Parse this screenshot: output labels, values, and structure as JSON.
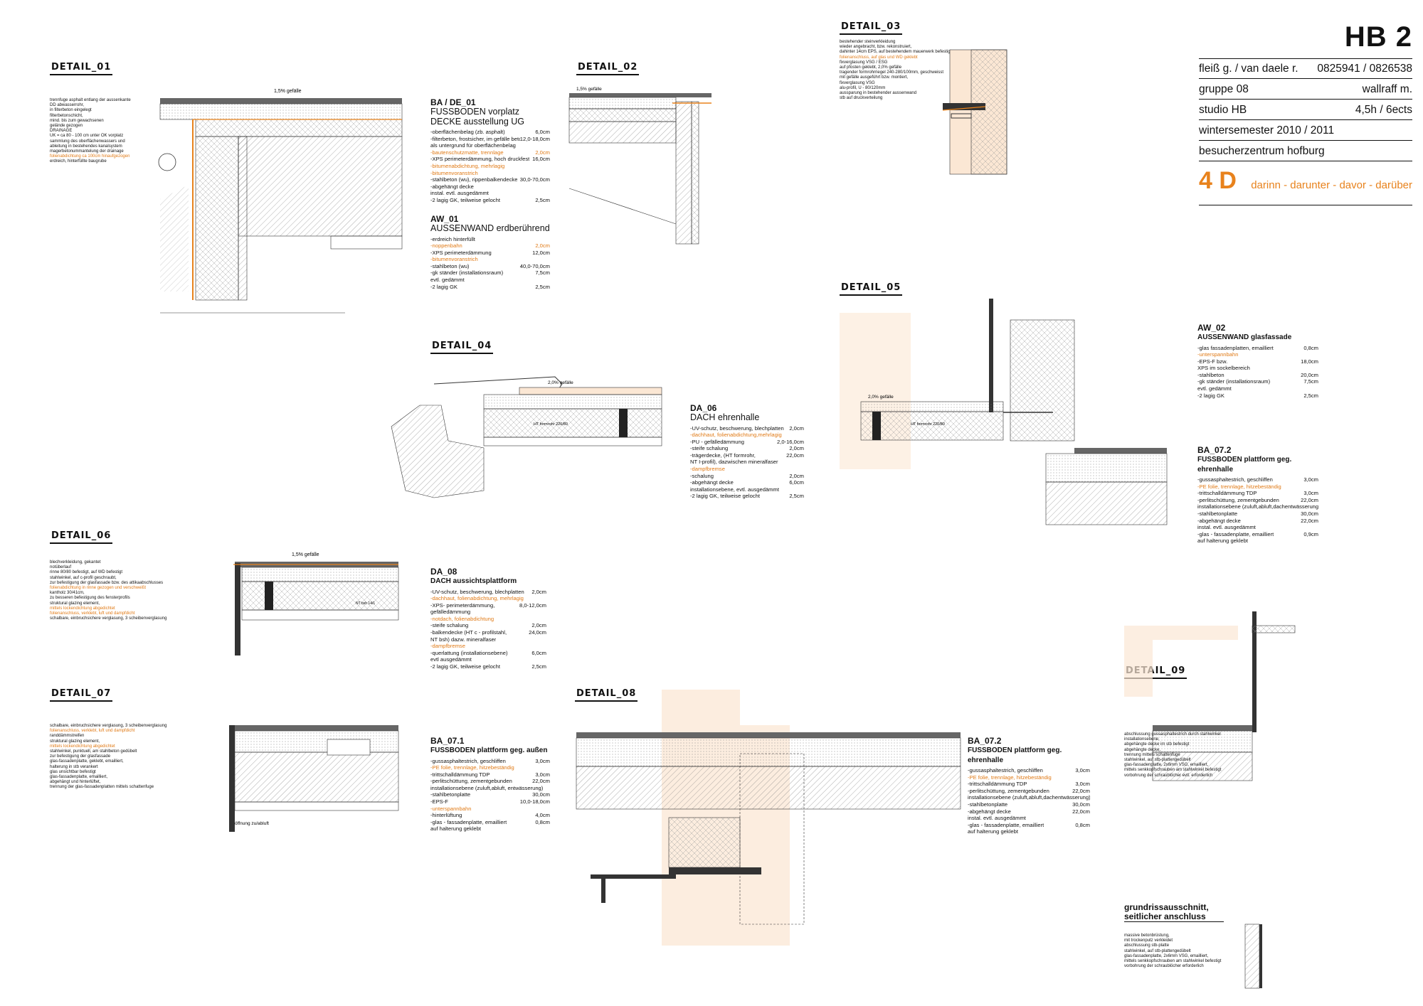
{
  "title_block": {
    "code": "HB 2",
    "rows": [
      {
        "left": "fleiß g. / van daele r.",
        "right": "0825941 / 0826538"
      },
      {
        "left": "gruppe 08",
        "right": "wallraff m."
      },
      {
        "left": "studio HB",
        "right": "4,5h / 6ects"
      },
      {
        "left": "wintersemester 2010 / 2011",
        "right": ""
      },
      {
        "left": "besucherzentrum hofburg",
        "right": ""
      }
    ],
    "big": "4 D",
    "subtitle": "darinn - darunter - davor - darüber"
  },
  "details": {
    "d01": "DETAIL_01",
    "d02": "DETAIL_02",
    "d03": "DETAIL_03",
    "d04": "DETAIL_04",
    "d05": "DETAIL_05",
    "d06": "DETAIL_06",
    "d07": "DETAIL_07",
    "d08": "DETAIL_08",
    "d09": "DETAIL_09"
  },
  "specs": {
    "ba_de_01": {
      "code": "BA / DE_01",
      "name1": "FUSSBODEN vorplatz",
      "name2": "DECKE ausstellung UG",
      "rows": [
        {
          "t": "-oberflächenbelag (zb. asphalt)",
          "v": "6,0cm",
          "o": false
        },
        {
          "t": "-filterbeton, frostsicher, im gefälle betoniert",
          "v": "12,0-18,0cm",
          "o": false
        },
        {
          "t": "  als untergrund für oberflächenbelag",
          "v": "",
          "o": false
        },
        {
          "t": "-bautenschutzmatte, trennlage",
          "v": "2,0cm",
          "o": true
        },
        {
          "t": "-XPS perimeterdämmung, hoch druckfest",
          "v": "16,0cm",
          "o": false
        },
        {
          "t": "-bitumenabdichtung, mehrlagig",
          "v": "",
          "o": true
        },
        {
          "t": "-bitumenvoranstrich",
          "v": "",
          "o": true
        },
        {
          "t": "-stahlbeton (wu), rippenbalkendecke",
          "v": "30,0-70,0cm",
          "o": false
        },
        {
          "t": "-abgehängt decke",
          "v": "",
          "o": false
        },
        {
          "t": "  instal. evtl. ausgedämmt",
          "v": "",
          "o": false
        },
        {
          "t": "-2 lagig GK, teilweise gelocht",
          "v": "2,5cm",
          "o": false
        }
      ]
    },
    "aw_01": {
      "code": "AW_01",
      "name1": "AUSSENWAND erdberührend",
      "rows": [
        {
          "t": "-erdreich hinterfüllt",
          "v": "",
          "o": false
        },
        {
          "t": "-noppenbahn",
          "v": "2,0cm",
          "o": true
        },
        {
          "t": "-XPS perimeterdämmung",
          "v": "12,0cm",
          "o": false
        },
        {
          "t": "-bitumenvoranstrich",
          "v": "",
          "o": true
        },
        {
          "t": "-stahlbeton (wu)",
          "v": "40,0-70,0cm",
          "o": false
        },
        {
          "t": "-gk ständer (installationsraum)",
          "v": "7,5cm",
          "o": false
        },
        {
          "t": "  evtl. gedämmt",
          "v": "",
          "o": false
        },
        {
          "t": "-2 lagig GK",
          "v": "2,5cm",
          "o": false
        }
      ]
    },
    "da_06": {
      "code": "DA_06",
      "name1": "DACH ehrenhalle",
      "rows": [
        {
          "t": "-UV-schutz, beschwerung, blechplatten",
          "v": "2,0cm",
          "o": false
        },
        {
          "t": "-dachhaut, folienabdichtung,mehrlagig",
          "v": "",
          "o": true
        },
        {
          "t": "-PU - gefälledämmung",
          "v": "2,0-16,0cm",
          "o": false
        },
        {
          "t": "-steife schalung",
          "v": "2,0cm",
          "o": false
        },
        {
          "t": "-trägerdecke, (HT formrohr,",
          "v": "22,0cm",
          "o": false
        },
        {
          "t": "  NT I-profil), dazwischen mineralfaser",
          "v": "",
          "o": false
        },
        {
          "t": "-dampfbremse",
          "v": "",
          "o": true
        },
        {
          "t": "-schalung",
          "v": "2,0cm",
          "o": false
        },
        {
          "t": "-abgehängt decke",
          "v": "6,0cm",
          "o": false
        },
        {
          "t": "  installationsebene, evtl. ausgedämmt",
          "v": "",
          "o": false
        },
        {
          "t": "-2 lagig GK, teilweise gelocht",
          "v": "2,5cm",
          "o": false
        }
      ]
    },
    "aw_02": {
      "code": "AW_02",
      "name1": "AUSSENWAND glasfassade",
      "rows": [
        {
          "t": "-glas fassadenplatten, emailliert",
          "v": "0,8cm",
          "o": false
        },
        {
          "t": "-unterspannbahn",
          "v": "",
          "o": true
        },
        {
          "t": "-EPS-F bzw.",
          "v": "18,0cm",
          "o": false
        },
        {
          "t": "  XPS im sockelbereich",
          "v": "",
          "o": false
        },
        {
          "t": "-stahlbeton",
          "v": "20,0cm",
          "o": false
        },
        {
          "t": "-gk ständer (installationsraum)",
          "v": "7,5cm",
          "o": false
        },
        {
          "t": "  evtl. gedämmt",
          "v": "",
          "o": false
        },
        {
          "t": "-2 lagig GK",
          "v": "2,5cm",
          "o": false
        }
      ]
    },
    "ba_07_2_top": {
      "code": "BA_07.2",
      "name1": "FUSSBODEN plattform geg. ehrenhalle",
      "rows": [
        {
          "t": "-gussasphaltestrich, geschliffen",
          "v": "3,0cm",
          "o": false
        },
        {
          "t": "-PE folie, trennlage, hitzebeständig",
          "v": "",
          "o": true
        },
        {
          "t": "-trittschalldämmung TDP",
          "v": "3,0cm",
          "o": false
        },
        {
          "t": "-perlitschüttung, zementgebunden",
          "v": "22,0cm",
          "o": false
        },
        {
          "t": "  installationsebene (zuluft,abluft,dachentwässerung)",
          "v": "",
          "o": false
        },
        {
          "t": "-stahlbetonplatte",
          "v": "30,0cm",
          "o": false
        },
        {
          "t": "-abgehängt decke",
          "v": "22,0cm",
          "o": false
        },
        {
          "t": "  instal. evtl. ausgedämmt",
          "v": "",
          "o": false
        },
        {
          "t": "-glas - fassadenplatte, emailliert",
          "v": "0,9cm",
          "o": false
        },
        {
          "t": "  auf halterung geklebt",
          "v": "",
          "o": false
        }
      ]
    },
    "da_08": {
      "code": "DA_08",
      "name1": "DACH aussichtsplattform",
      "rows": [
        {
          "t": "-UV-schutz, beschwerung, blechplatten",
          "v": "2,0cm",
          "o": false
        },
        {
          "t": "-dachhaut, folienabdichtung, mehrlagig",
          "v": "",
          "o": true
        },
        {
          "t": "-XPS- perimeterdämmung,",
          "v": "8,0-12,0cm",
          "o": false
        },
        {
          "t": "  gefälledämmung",
          "v": "",
          "o": false
        },
        {
          "t": "-notdach, folienabdichtung",
          "v": "",
          "o": true
        },
        {
          "t": "-steife schalung",
          "v": "2,0cm",
          "o": false
        },
        {
          "t": "-balkendecke (HT c - profilstahl,",
          "v": "24,0cm",
          "o": false
        },
        {
          "t": "  NT bsh) dazw. mineralfaser",
          "v": "",
          "o": false
        },
        {
          "t": "-dampfbremse",
          "v": "",
          "o": true
        },
        {
          "t": "-querlattung (installationsebene)",
          "v": "6,0cm",
          "o": false
        },
        {
          "t": "  evtl ausgedämmt",
          "v": "",
          "o": false
        },
        {
          "t": "-2 lagig GK, teilweise gelocht",
          "v": "2,5cm",
          "o": false
        }
      ]
    },
    "ba_07_1": {
      "code": "BA_07.1",
      "name1": "FUSSBODEN plattform geg. außen",
      "rows": [
        {
          "t": "-gussasphaltestrich, geschliffen",
          "v": "3,0cm",
          "o": false
        },
        {
          "t": "-PE folie, trennlage, hitzebeständig",
          "v": "",
          "o": true
        },
        {
          "t": "-trittschalldämmung TDP",
          "v": "3,0cm",
          "o": false
        },
        {
          "t": "-perlitschüttung, zementgebunden",
          "v": "22,0cm",
          "o": false
        },
        {
          "t": "  installationsebene (zuluft,abluft, entwässerung)",
          "v": "",
          "o": false
        },
        {
          "t": "-stahlbetonplatte",
          "v": "30,0cm",
          "o": false
        },
        {
          "t": "-EPS-F",
          "v": "10,0-18,0cm",
          "o": false
        },
        {
          "t": "-unterspannbahn",
          "v": "",
          "o": true
        },
        {
          "t": "-hinterlüftung",
          "v": "4,0cm",
          "o": false
        },
        {
          "t": "-glas - fassadenplatte, emailliert",
          "v": "0,8cm",
          "o": false
        },
        {
          "t": "  auf halterung geklebt",
          "v": "",
          "o": false
        }
      ]
    },
    "ba_07_2_bot": {
      "code": "BA_07.2",
      "name1": "FUSSBODEN plattform geg. ehrenhalle",
      "rows": [
        {
          "t": "-gussasphaltestrich, geschliffen",
          "v": "3,0cm",
          "o": false
        },
        {
          "t": "-PE folie, trennlage, hitzebeständig",
          "v": "",
          "o": true
        },
        {
          "t": "-trittschalldämmung TDP",
          "v": "3,0cm",
          "o": false
        },
        {
          "t": "-perlitschüttung, zementgebunden",
          "v": "22,0cm",
          "o": false
        },
        {
          "t": "  installationsebene (zuluft,abluft,dachentwässerung)",
          "v": "",
          "o": false
        },
        {
          "t": "-stahlbetonplatte",
          "v": "30,0cm",
          "o": false
        },
        {
          "t": "-abgehängt decke",
          "v": "22,0cm",
          "o": false
        },
        {
          "t": "  instal. evtl. ausgedämmt",
          "v": "",
          "o": false
        },
        {
          "t": "-glas - fassadenplatte, emailliert",
          "v": "0,8cm",
          "o": false
        },
        {
          "t": "  auf halterung geklebt",
          "v": "",
          "o": false
        }
      ]
    }
  },
  "callouts": {
    "d01": [
      {
        "t": "trennfuge asphalt entlang der aussenkante",
        "o": false
      },
      {
        "t": "DD abwasserrohr,",
        "o": false
      },
      {
        "t": "in filterbeton eingelegt",
        "o": false
      },
      {
        "t": "filterbetonschicht,",
        "o": false
      },
      {
        "t": "mind. bis zum gewachsenen",
        "o": false
      },
      {
        "t": "gelände gezogen",
        "o": false
      },
      {
        "t": "DRAINAGE",
        "o": false
      },
      {
        "t": "UK = ca 80 - 100 cm unter OK vorplatz",
        "o": false
      },
      {
        "t": "sammlung des oberflächenwassers und",
        "o": false
      },
      {
        "t": "ableitung in bestehendes kanalsystem",
        "o": false
      },
      {
        "t": "magerbetonummantelung der drainage",
        "o": false
      },
      {
        "t": "folienabdichtung ca 100cm hinaufgezogen",
        "o": true
      },
      {
        "t": "erdreich, hinterfüllte baugrube",
        "o": false
      }
    ],
    "d03": [
      {
        "t": "bestehender steinverkleidung",
        "o": false
      },
      {
        "t": "wieder angebracht, bzw. rekonstruiert,",
        "o": false
      },
      {
        "t": "dahinter 14cm EPS, auf bestehendem mauerwerk befestigt",
        "o": false
      },
      {
        "t": "folienanschluss, auf glas und WD geklebt",
        "o": true
      },
      {
        "t": "fixverglasung VSG / ESG",
        "o": false
      },
      {
        "t": "auf pfosten geklebt, 2,0% gefälle",
        "o": false
      },
      {
        "t": "tragender formrohrriegel 240-280/100mm, geschweisst",
        "o": false
      },
      {
        "t": "mit gefälle ausgeführt bzw. montiert,",
        "o": false
      },
      {
        "t": "fixverglasung VSG",
        "o": false
      },
      {
        "t": "alu-profil, U - 80/120mm",
        "o": false
      },
      {
        "t": "aussparung in bestehender aussenwand",
        "o": false
      },
      {
        "t": "stb auf druckverteilung",
        "o": false
      }
    ],
    "d06": [
      {
        "t": "blechverkleidung, gekantet",
        "o": false
      },
      {
        "t": "notüberlauf",
        "o": false
      },
      {
        "t": "rinne 80/80 befestigt, auf WD befestigt",
        "o": false
      },
      {
        "t": "stahlwinkel, auf c-profil geschraubt,",
        "o": false
      },
      {
        "t": "zur befestigung der glasfassade bzw. des attikaabschlusses",
        "o": false
      },
      {
        "t": "folienabdichtung in rinne gezogen und verschweißt",
        "o": true
      },
      {
        "t": "kantholz 30/41cm,",
        "o": false
      },
      {
        "t": "zu besseren befestigung des fensterprofils",
        "o": false
      },
      {
        "t": "struktural glazing element,",
        "o": false
      },
      {
        "t": "mittels lockendichtung abgedichtet",
        "o": true
      },
      {
        "t": "folienanschluss, verklebt, luft und dampfdicht",
        "o": true
      },
      {
        "t": "schalbare, einbruchsichere verglasung, 3 scheibenverglasung",
        "o": false
      }
    ],
    "d07": [
      {
        "t": "schalbare, einbruchsichere verglasung, 3 scheibenverglasung",
        "o": false
      },
      {
        "t": "folienanschluss, verklebt, luft und dampfdicht",
        "o": true
      },
      {
        "t": "randdämmstreifen",
        "o": false
      },
      {
        "t": "struktural glazing element,",
        "o": false
      },
      {
        "t": "mittels lockendichtung abgedichtet",
        "o": true
      },
      {
        "t": "stahlwinkel, punktuell, am stahlbeton gedübelt",
        "o": false
      },
      {
        "t": "zur befestigung der glasfassade",
        "o": false
      },
      {
        "t": "glas-fassadenplatte, geklebt, emailliert,",
        "o": false
      },
      {
        "t": "halterung in stb verankert",
        "o": false
      },
      {
        "t": "glas unsichtbar befestigt",
        "o": false
      },
      {
        "t": "glas-fassadenplatte, emailliert,",
        "o": false
      },
      {
        "t": "abgehängt und hinterlüftet,",
        "o": false
      },
      {
        "t": "trennung der glas-fassadenplatten mittels schattenfuge",
        "o": false
      }
    ],
    "d09": [
      {
        "t": "abschlussung gussasphaltestrich durch stahlwinkel",
        "o": false
      },
      {
        "t": "installationsebene,",
        "o": false
      },
      {
        "t": "abgehängte decke im stb befestigt",
        "o": false
      },
      {
        "t": "abgehängte decke,",
        "o": false
      },
      {
        "t": "trennung mittels schattenfuge",
        "o": false
      },
      {
        "t": "stahlwinkel, auf stb-plattengedübelt",
        "o": false
      },
      {
        "t": "glas-fassadenplatte, 2x6mm VSG, emailliert,",
        "o": false
      },
      {
        "t": "mittels senkkopfschrauben am stahlwinkel befestigt",
        "o": false
      },
      {
        "t": "vorbohrung der schraublöcher evtl. erforderlich",
        "o": false
      }
    ],
    "grund": [
      {
        "t": "massive betonbrüstung,",
        "o": false
      },
      {
        "t": "mit trockenputz verkleidet",
        "o": false
      },
      {
        "t": "abschlussung stb-platte",
        "o": false
      },
      {
        "t": "stahlwinkel, auf stb-plattengedübelt",
        "o": false
      },
      {
        "t": "glas-fassadenplatte, 2x6mm VSG, emailliert,",
        "o": false
      },
      {
        "t": "mittels senkkopfschrauben am stahlwinkel befestigt",
        "o": false
      },
      {
        "t": "vorbohrung der schraublöcher erforderlich",
        "o": false
      }
    ]
  },
  "labels": {
    "gefaelle_15": "1,5% gefälle",
    "gefaelle_20": "2,0% gefälle",
    "oeffnung": "öffnung zu/abluft",
    "grund_title": "grundrissausschnitt, seitlicher anschluss",
    "ht_rohr": "HT formrohr 220/80",
    "nt_bsh": "NT bsh 14/1"
  },
  "colors": {
    "accent": "#e8821c",
    "orange_text": "#e07a16",
    "tint": "#fbe7d4"
  }
}
